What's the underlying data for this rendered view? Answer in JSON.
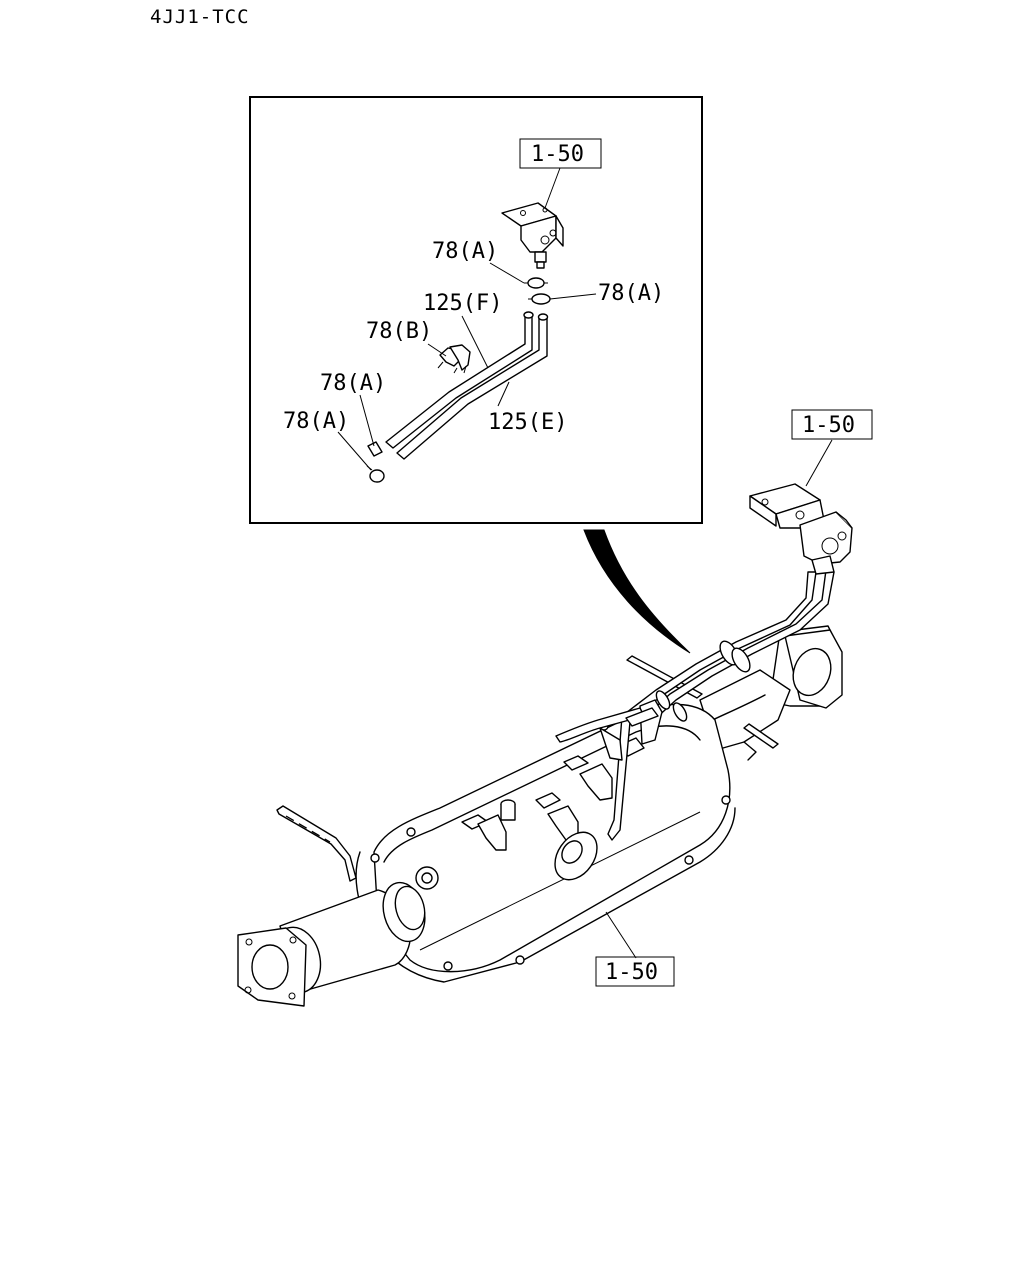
{
  "header": {
    "model_code": "4JJ1-TCC"
  },
  "detail_view": {
    "callouts": {
      "ref_top": "1-50",
      "clip_right": "78(A)",
      "clip_left_top": "78(A)",
      "hose_f": "125(F)",
      "clamp_b": "78(B)",
      "clip_end_upper": "78(A)",
      "clip_end_lower": "78(A)",
      "hose_e": "125(E)"
    }
  },
  "main_view": {
    "callouts": {
      "ref_sensor": "1-50",
      "ref_dpf": "1-50"
    }
  }
}
